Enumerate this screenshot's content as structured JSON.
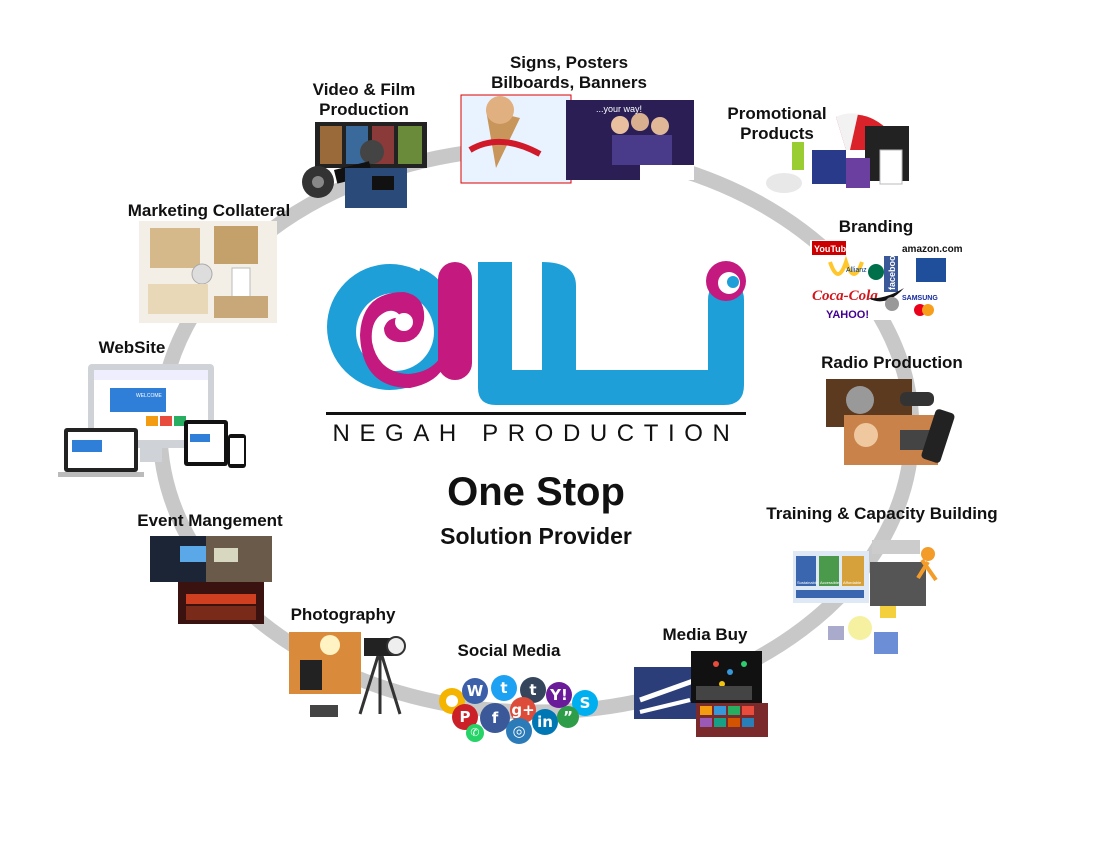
{
  "brand": {
    "company_name": "NEGAH PRODUCTION",
    "tagline_main": "One Stop",
    "tagline_sub": "Solution Provider",
    "colors": {
      "blue": "#1e9fd8",
      "magenta": "#c4197f",
      "ring": "#c8c8c8"
    },
    "logo_icon": "negah-swirl-logo-icon"
  },
  "services": [
    {
      "id": "signs",
      "lines": [
        "Signs, Posters",
        "Bilboards, Banners"
      ]
    },
    {
      "id": "promo",
      "lines": [
        "Promotional",
        "Products"
      ]
    },
    {
      "id": "branding",
      "lines": [
        "Branding"
      ]
    },
    {
      "id": "radio",
      "lines": [
        "Radio Production"
      ]
    },
    {
      "id": "training",
      "lines": [
        "Training & Capacity Building"
      ]
    },
    {
      "id": "mediabuy",
      "lines": [
        "Media Buy"
      ]
    },
    {
      "id": "social",
      "lines": [
        "Social Media"
      ]
    },
    {
      "id": "photo",
      "lines": [
        "Photography"
      ]
    },
    {
      "id": "event",
      "lines": [
        "Event Mangement"
      ]
    },
    {
      "id": "website",
      "lines": [
        "WebSite"
      ]
    },
    {
      "id": "marketing",
      "lines": [
        "Marketing Collateral"
      ]
    },
    {
      "id": "video",
      "lines": [
        "Video & Film",
        "Production"
      ]
    }
  ],
  "thumbs": {
    "signs_poster_text": "...your way!",
    "branding_words": [
      "YouTube",
      "amazon.com",
      "facebook",
      "Coca-Cola",
      "SAMSUNG",
      "YAHOO!",
      "Allianz"
    ],
    "website_welcome": "WELCOME",
    "training_boxes": [
      "Sustainable",
      "Accessible",
      "Affordable"
    ]
  },
  "social_icons": [
    {
      "glyph": "W",
      "color": "#3b5fa8"
    },
    {
      "glyph": "t",
      "color": "#1da1f2"
    },
    {
      "glyph": "t",
      "color": "#35465c"
    },
    {
      "glyph": "Y!",
      "color": "#6a1b9a"
    },
    {
      "glyph": "S",
      "color": "#00aff0"
    },
    {
      "glyph": "P",
      "color": "#cb2027"
    },
    {
      "glyph": "f",
      "color": "#3b5998"
    },
    {
      "glyph": "g+",
      "color": "#dd4b39"
    },
    {
      "glyph": "in",
      "color": "#0077b5"
    },
    {
      "glyph": "”",
      "color": "#2e9d4a"
    },
    {
      "glyph": "◎",
      "color": "#2b7bb9"
    },
    {
      "glyph": "✆",
      "color": "#25d366"
    }
  ]
}
